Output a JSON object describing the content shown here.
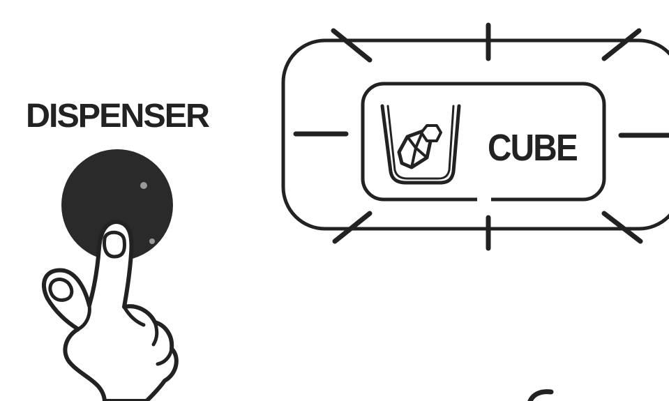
{
  "dispenser": {
    "label": "DISPENSER"
  },
  "display": {
    "mode_label": "CUBE",
    "mode_icon": "ice-cube-in-cup-icon",
    "state": "flashing"
  },
  "colors": {
    "ink": "#222222",
    "button": "#2a2a2a",
    "background": "#ffffff"
  }
}
